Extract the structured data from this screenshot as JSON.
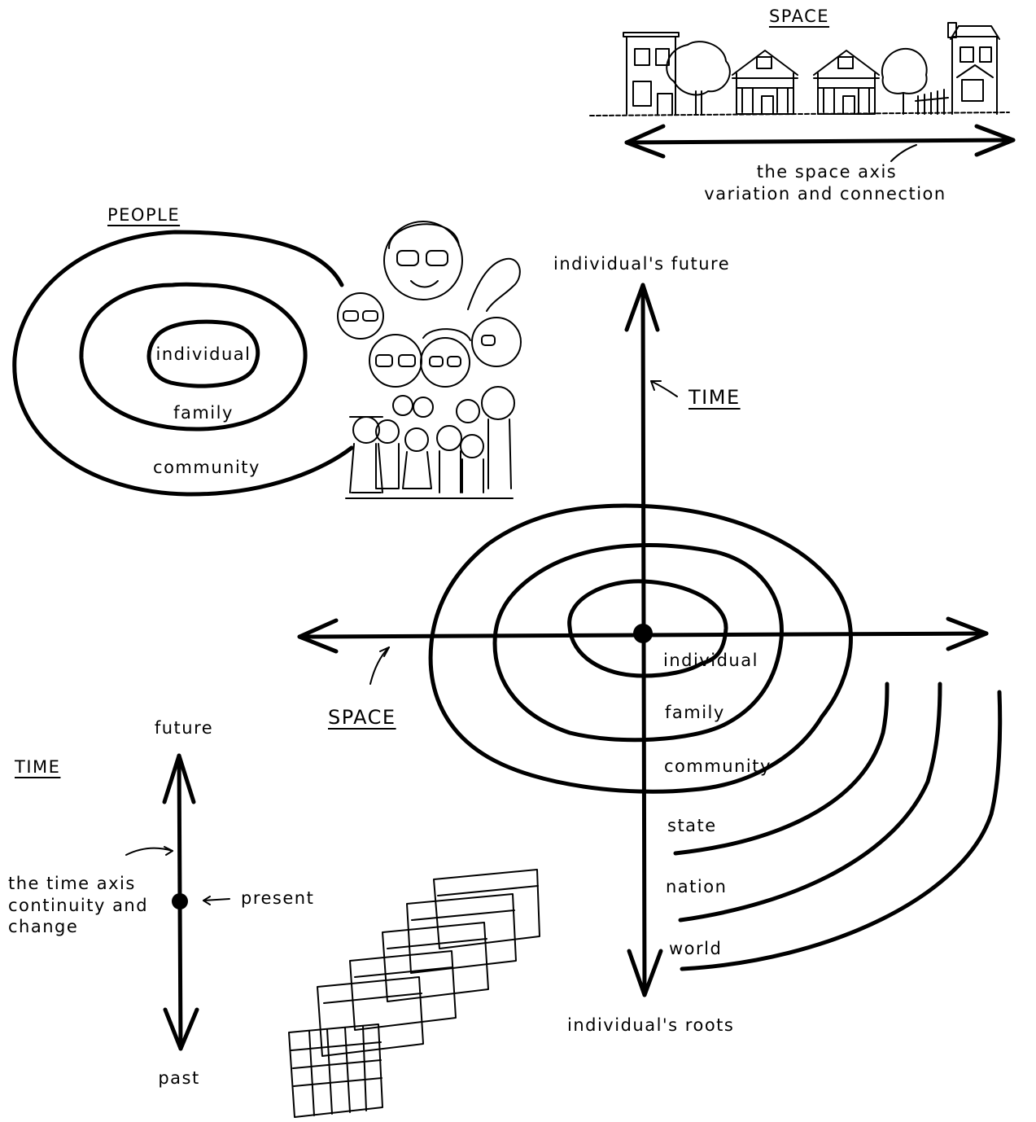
{
  "space_panel": {
    "heading": "SPACE",
    "caption_line1": "the space axis",
    "caption_line2": "variation and connection"
  },
  "people_panel": {
    "heading": "PEOPLE",
    "rings": [
      "individual",
      "family",
      "community"
    ]
  },
  "main_diagram": {
    "top_label": "individual's future",
    "bottom_label": "individual's roots",
    "time_heading": "TIME",
    "space_heading": "SPACE",
    "rings": [
      "individual",
      "family",
      "community",
      "state",
      "nation",
      "world"
    ]
  },
  "time_panel": {
    "heading": "TIME",
    "future_label": "future",
    "past_label": "past",
    "present_label": "present",
    "caption_line1": "the time axis",
    "caption_line2": "continuity and",
    "caption_line3": "change"
  }
}
